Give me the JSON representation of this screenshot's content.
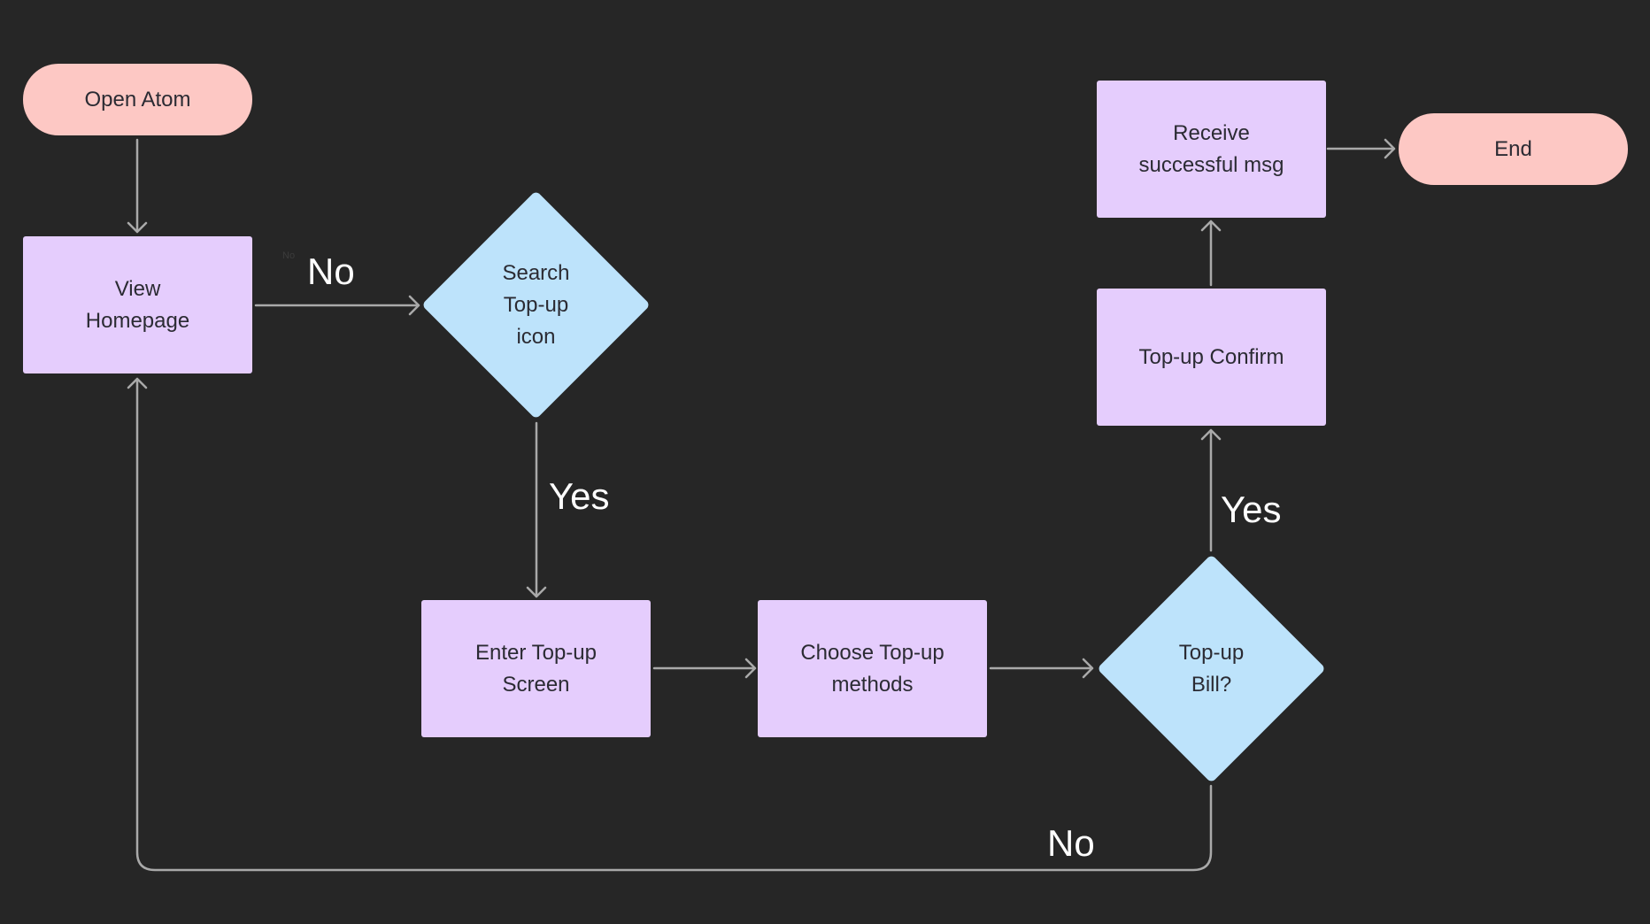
{
  "colors": {
    "background": "#262626",
    "terminal": "#fdc8c4",
    "process": "#e5cdfd",
    "decision": "#bde3fb",
    "connector": "#a9a9a9",
    "edge_label": "#ffffff",
    "node_text": "#2b2b33"
  },
  "nodes": {
    "open_atom": "Open Atom",
    "view_homepage": "View\nHomepage",
    "search_topup_icon": "Search\nTop-up\nicon",
    "enter_topup_screen": "Enter Top-up\nScreen",
    "choose_topup_methods": "Choose Top-up\nmethods",
    "topup_bill": "Top-up\nBill?",
    "topup_confirm": "Top-up Confirm",
    "receive_successful_msg": "Receive\nsuccessful msg",
    "end": "End"
  },
  "edge_labels": {
    "homepage_to_search_small": "No",
    "homepage_to_search": "No",
    "search_to_enter": "Yes",
    "bill_to_confirm": "Yes",
    "bill_to_homepage": "No"
  }
}
